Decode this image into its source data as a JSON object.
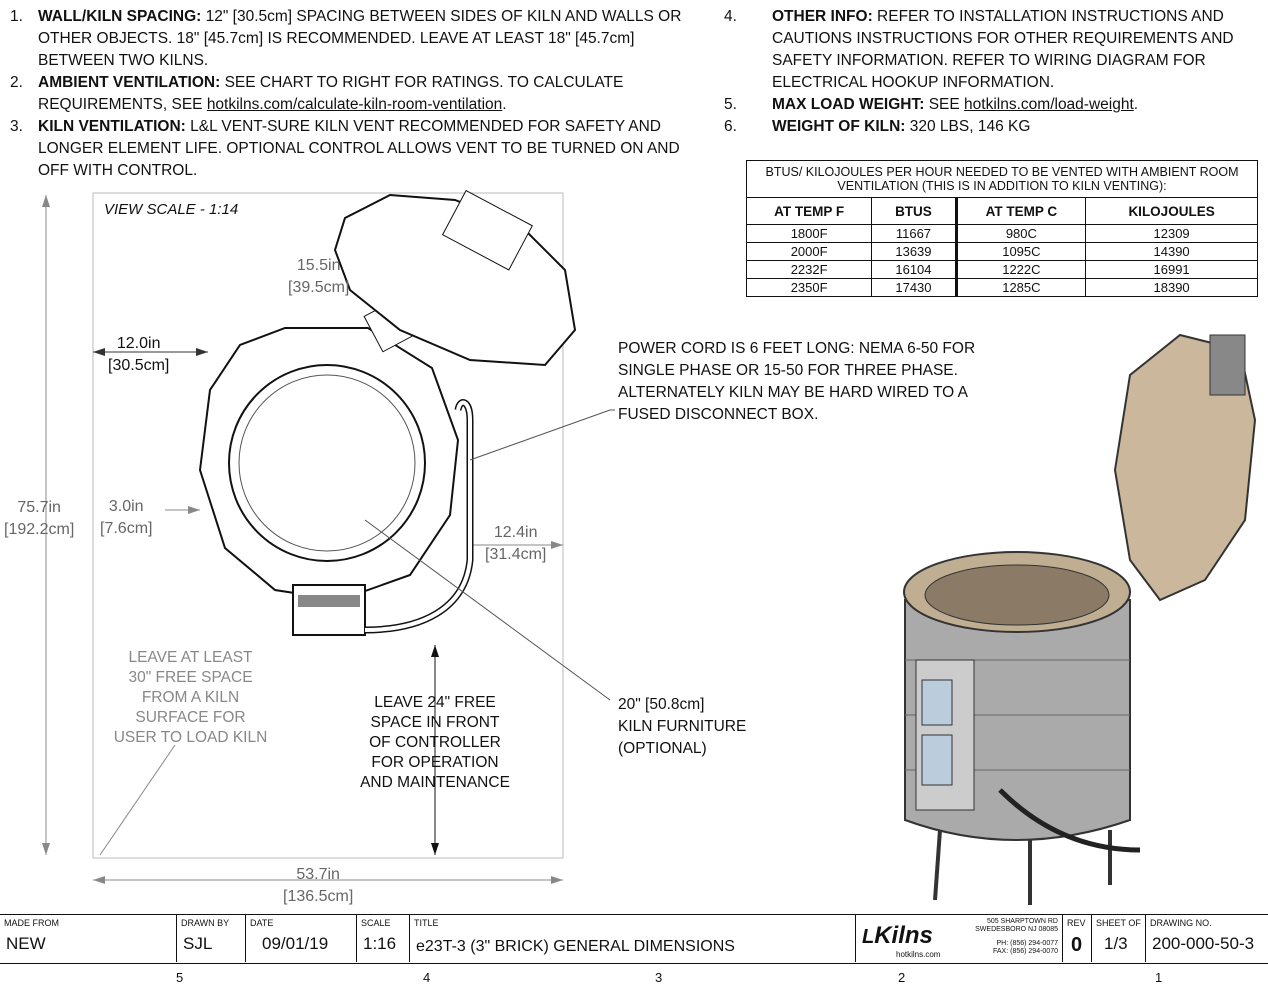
{
  "notes_left": [
    {
      "num": "1.",
      "bold": "WALL/KILN SPACING:",
      "text": " 12\" [30.5cm] SPACING BETWEEN SIDES OF KILN AND WALLS OR OTHER OBJECTS. 18\" [45.7cm] IS RECOMMENDED. LEAVE AT LEAST 18\" [45.7cm] BETWEEN TWO KILNS.",
      "link": "",
      "after": ""
    },
    {
      "num": "2.",
      "bold": "AMBIENT VENTILATION:",
      "text": " SEE CHART TO RIGHT FOR RATINGS. TO CALCULATE REQUIREMENTS, SEE ",
      "link": "hotkilns.com/calculate-kiln-room-ventilation",
      "after": "."
    },
    {
      "num": "3.",
      "bold": "KILN VENTILATION:",
      "text": " L&L VENT-SURE KILN VENT RECOMMENDED FOR SAFETY AND LONGER ELEMENT LIFE. OPTIONAL CONTROL ALLOWS VENT TO BE TURNED ON AND OFF WITH CONTROL.",
      "link": "",
      "after": ""
    }
  ],
  "notes_right": [
    {
      "num": "4.",
      "bold": "OTHER INFO:",
      "text": " REFER TO INSTALLATION INSTRUCTIONS AND CAUTIONS INSTRUCTIONS FOR OTHER REQUIREMENTS AND SAFETY INFORMATION. REFER TO WIRING DIAGRAM FOR ELECTRICAL HOOKUP INFORMATION.",
      "link": "",
      "after": ""
    },
    {
      "num": "5.",
      "bold": "MAX LOAD WEIGHT:",
      "text": " SEE ",
      "link": "hotkilns.com/load-weight",
      "after": "."
    },
    {
      "num": "6.",
      "bold": "WEIGHT OF KILN:",
      "text": "  320 LBS, 146 KG",
      "link": "",
      "after": ""
    }
  ],
  "vent_table": {
    "caption": "BTUS/ KILOJOULES PER HOUR NEEDED TO BE VENTED WITH AMBIENT ROOM VENTILATION (THIS IS IN ADDITION TO  KILN VENTING):",
    "headers": [
      "AT TEMP F",
      "BTUS",
      "AT TEMP C",
      "KILOJOULES"
    ],
    "rows": [
      [
        "1800F",
        "11667",
        "980C",
        "12309"
      ],
      [
        "2000F",
        "13639",
        "1095C",
        "14390"
      ],
      [
        "2232F",
        "16104",
        "1222C",
        "16991"
      ],
      [
        "2350F",
        "17430",
        "1285C",
        "18390"
      ]
    ]
  },
  "drawing": {
    "view_scale": "VIEW SCALE - 1:14",
    "dim_lid": [
      "15.5in",
      "[39.5cm]"
    ],
    "dim_left": [
      "12.0in",
      "[30.5cm]"
    ],
    "dim_height": [
      "75.7in",
      "[192.2cm]"
    ],
    "dim_wall": [
      "3.0in",
      "[7.6cm]"
    ],
    "dim_right": [
      "12.4in",
      "[31.4cm]"
    ],
    "dim_width": [
      "53.7in",
      "[136.5cm]"
    ],
    "power_cord": [
      "POWER CORD IS 6 FEET LONG: NEMA 6-50 FOR",
      "SINGLE PHASE OR 15-50 FOR THREE PHASE.",
      "ALTERNATELY KILN MAY BE HARD WIRED TO A",
      "FUSED DISCONNECT BOX."
    ],
    "furniture": [
      "20\" [50.8cm]",
      "KILN FURNITURE",
      "(OPTIONAL)"
    ],
    "leave30": [
      "LEAVE AT LEAST",
      "30\" FREE SPACE",
      "FROM A KILN",
      "SURFACE FOR",
      "USER TO LOAD KILN"
    ],
    "leave24": [
      "LEAVE 24\" FREE",
      "SPACE IN FRONT",
      "OF CONTROLLER",
      "FOR OPERATION",
      "AND MAINTENANCE"
    ]
  },
  "title_block": {
    "made_from_h": "MADE FROM",
    "made_from": "NEW",
    "drawn_by_h": "DRAWN BY",
    "drawn_by": "SJL",
    "date_h": "DATE",
    "date": "09/01/19",
    "scale_h": "SCALE",
    "scale": "1:16",
    "title_h": "TITLE",
    "title": "e23T-3 (3\" BRICK) GENERAL DIMENSIONS",
    "logo": "Kilns",
    "logo_sub": "hotkilns.com",
    "address": [
      "505 SHARPTOWN RD",
      "SWEDESBORO NJ 08085",
      "PH: (856) 294-0077",
      "FAX: (856) 294-0070"
    ],
    "rev_h": "REV",
    "rev": "0",
    "sheet_h": "SHEET OF",
    "sheet": "1/3",
    "dwg_h": "DRAWING NO.",
    "dwg": "200-000-50-3"
  },
  "zones": [
    "5",
    "4",
    "3",
    "2",
    "1"
  ]
}
